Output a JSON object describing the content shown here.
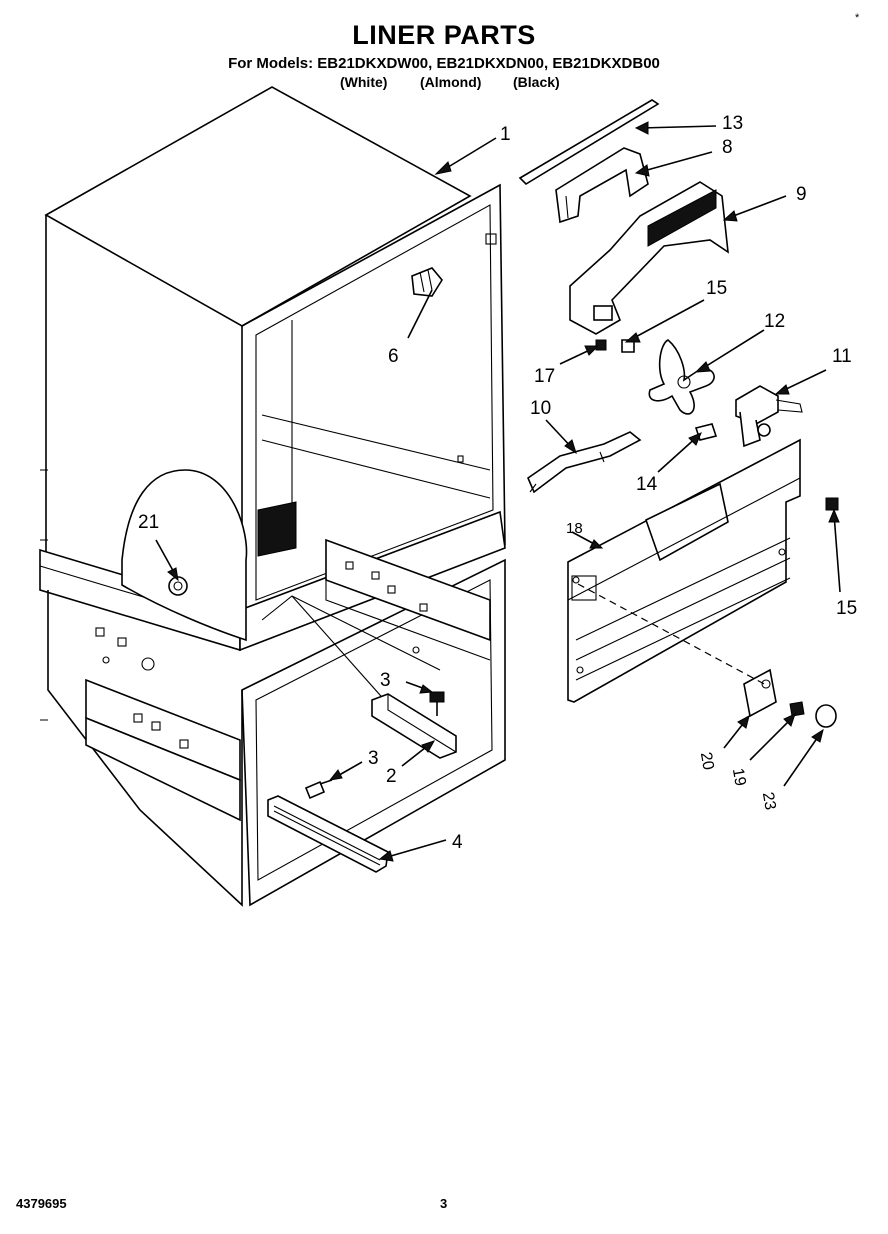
{
  "header": {
    "title": "LINER PARTS",
    "models": "For Models: EB21DKXDW00, EB21DKXDN00, EB21DKXDB00",
    "variants": [
      "(White)",
      "(Almond)",
      "(Black)"
    ]
  },
  "footer": {
    "part_number": "4379695",
    "page_number": "3"
  },
  "corner_mark": "*",
  "callouts": [
    "1",
    "2",
    "3",
    "3",
    "4",
    "6",
    "8",
    "9",
    "10",
    "11",
    "12",
    "13",
    "14",
    "15",
    "15",
    "17",
    "18",
    "19",
    "20",
    "21",
    "23"
  ]
}
